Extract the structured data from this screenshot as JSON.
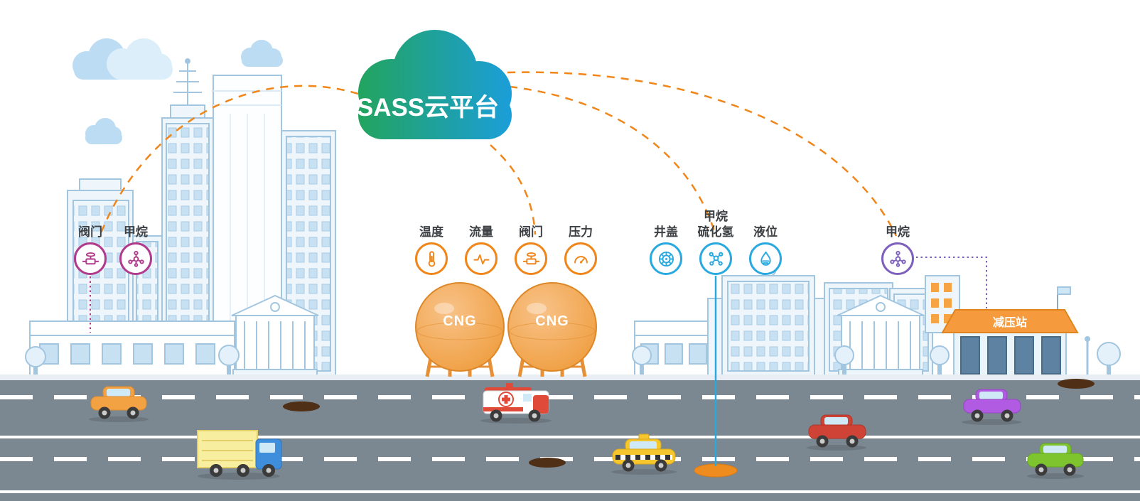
{
  "cloud": {
    "label": "SASS云平台",
    "color_start": "#23a45c",
    "color_end": "#1b9ed9"
  },
  "sensor_groups": [
    {
      "name": "city-building-sensors",
      "color": "#b13a8c",
      "sensors": [
        {
          "label": "阀门",
          "icon": "valve-icon"
        },
        {
          "label": "甲烷",
          "icon": "methane-icon"
        }
      ]
    },
    {
      "name": "cng-tank-sensors",
      "color": "#f08519",
      "sensors": [
        {
          "label": "温度",
          "icon": "temperature-icon"
        },
        {
          "label": "流量",
          "icon": "flow-icon"
        },
        {
          "label": "阀门",
          "icon": "valve-icon"
        },
        {
          "label": "压力",
          "icon": "pressure-icon"
        }
      ]
    },
    {
      "name": "manhole-sensors",
      "color": "#2aa9e0",
      "sensors": [
        {
          "label": "井盖",
          "icon": "manhole-cover-icon"
        },
        {
          "label": "甲烷",
          "label2": "硫化氢",
          "icon": "methane-h2s-icon"
        },
        {
          "label": "液位",
          "icon": "liquid-level-icon"
        }
      ]
    },
    {
      "name": "pressure-station-sensors",
      "color": "#7d5fbe",
      "sensors": [
        {
          "label": "甲烷",
          "icon": "methane-icon"
        }
      ]
    }
  ],
  "tanks": [
    {
      "label": "CNG"
    },
    {
      "label": "CNG"
    }
  ],
  "station": {
    "label": "减压站"
  },
  "palette": {
    "connection_line": "#f08519",
    "road": "#7b8791",
    "skyline": "#a3c6e0",
    "tank": "#ee9a38"
  }
}
